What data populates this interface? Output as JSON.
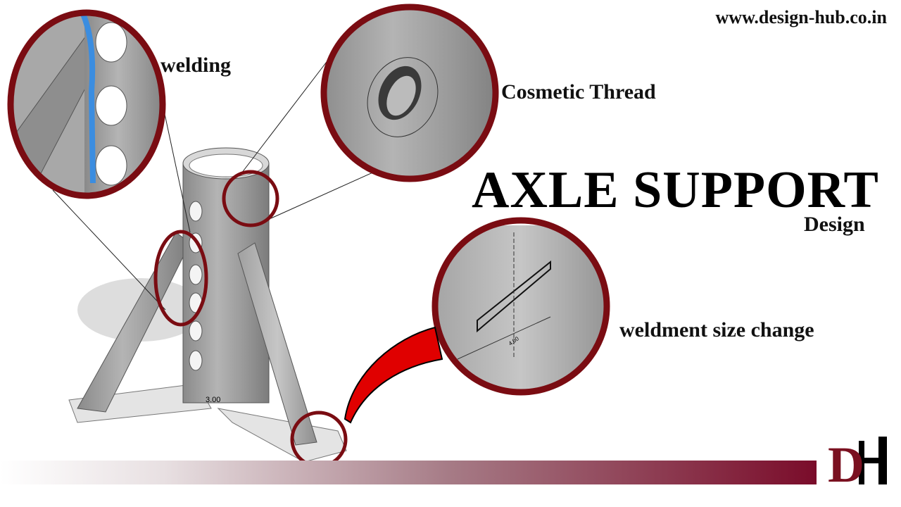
{
  "website": "www.design-hub.co.in",
  "callouts": {
    "welding": "welding",
    "cosmetic_thread": "Cosmetic Thread",
    "weldment": "weldment size change"
  },
  "title": "AXLE SUPPORT",
  "subtitle": "Design",
  "dimensions": [
    "3.00",
    "4.00"
  ],
  "logo_text": "DH",
  "colors": {
    "callout_ring": "#7a0c12",
    "arrow": "#e00000",
    "bar_end": "#7a0c2a",
    "logo_d": "#7a1020"
  }
}
